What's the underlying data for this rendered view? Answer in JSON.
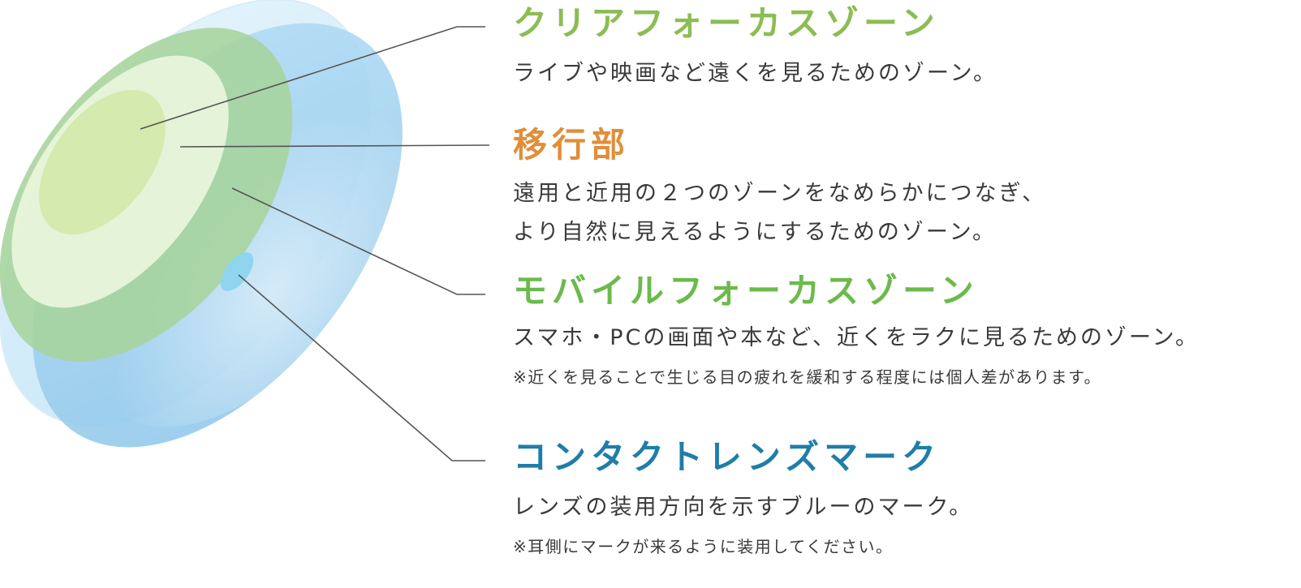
{
  "zones": [
    {
      "title": "クリアフォーカスゾーン",
      "title_color": "#8cbd54",
      "description": "ライブや映画など遠くを見るためのゾーン。"
    },
    {
      "title": "移行部",
      "title_color": "#e08e3a",
      "description_line1": "遠用と近用の２つのゾーンをなめらかにつなぎ、",
      "description_line2": "より自然に見えるようにするためのゾーン。"
    },
    {
      "title": "モバイルフォーカスゾーン",
      "title_color": "#6cba4c",
      "description": "スマホ・PCの画面や本など、近くをラクに見るためのゾーン。",
      "note": "※近くを見ることで生じる目の疲れを緩和する程度には個人差があります。"
    },
    {
      "title": "コンタクトレンズマーク",
      "title_color": "#1f7ea8",
      "description": "レンズの装用方向を示すブルーのマーク。",
      "note": "※耳側にマークが来るように装用してください。"
    }
  ],
  "colors": {
    "lens_back": "#bfe1f4",
    "lens_front": "#9ccdee",
    "mobile_zone": "#9fd19a",
    "transition_zone": "#e6f3d8",
    "clear_zone": "#cfe8a8",
    "contact_mark": "#8dd3ee",
    "leader_line": "#555555"
  }
}
